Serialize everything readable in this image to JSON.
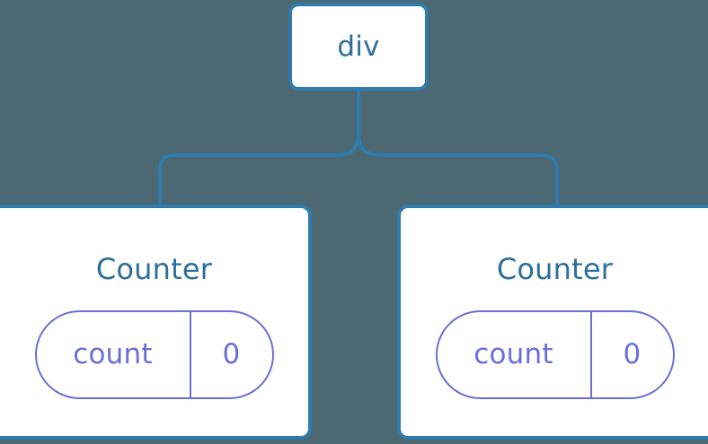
{
  "diagram": {
    "type": "component-tree",
    "background_color": "#4C6872",
    "node_border_color": "#2E7BAE",
    "node_fill_color": "#FFFFFF",
    "node_text_color": "#2D6F99",
    "state_pill_color": "#6B6FD4",
    "connector_color": "#2E7BAE"
  },
  "root": {
    "label": "div"
  },
  "children": [
    {
      "title": "Counter",
      "state": {
        "key": "count",
        "value": "0"
      }
    },
    {
      "title": "Counter",
      "state": {
        "key": "count",
        "value": "0"
      }
    }
  ]
}
